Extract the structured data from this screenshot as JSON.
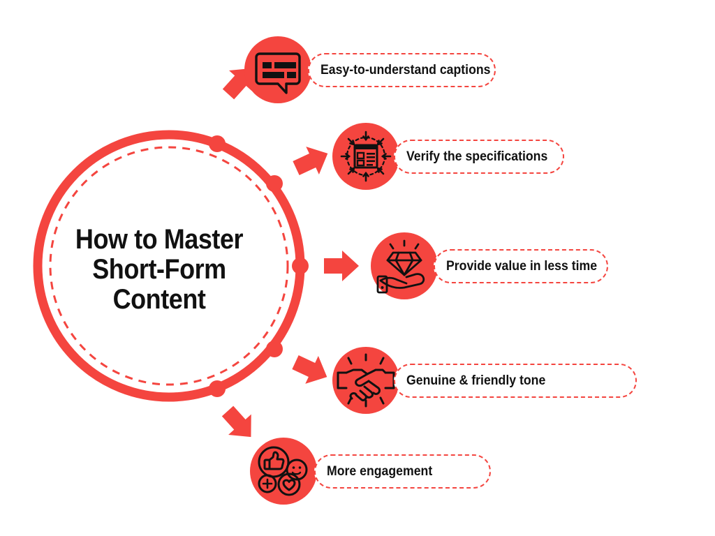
{
  "theme": {
    "accent": "#F4453F",
    "text": "#111111",
    "background": "#FFFFFF"
  },
  "hub": {
    "title": "How to Master\nShort-Form\nContent",
    "node_dots": 5
  },
  "branches": [
    {
      "label": "Easy-to-understand captions",
      "icon": "speech-bubble-captions-icon",
      "arrow": "arrow-up-right-icon"
    },
    {
      "label": "Verify the specifications",
      "icon": "document-checklist-focus-icon",
      "arrow": "arrow-up-right-icon"
    },
    {
      "label": "Provide value in less time",
      "icon": "hand-holding-diamond-icon",
      "arrow": "arrow-right-icon"
    },
    {
      "label": "Genuine & friendly tone",
      "icon": "handshake-icon",
      "arrow": "arrow-down-right-icon"
    },
    {
      "label": "More engagement",
      "icon": "thumbs-up-reactions-icon",
      "arrow": "arrow-down-right-icon"
    }
  ]
}
